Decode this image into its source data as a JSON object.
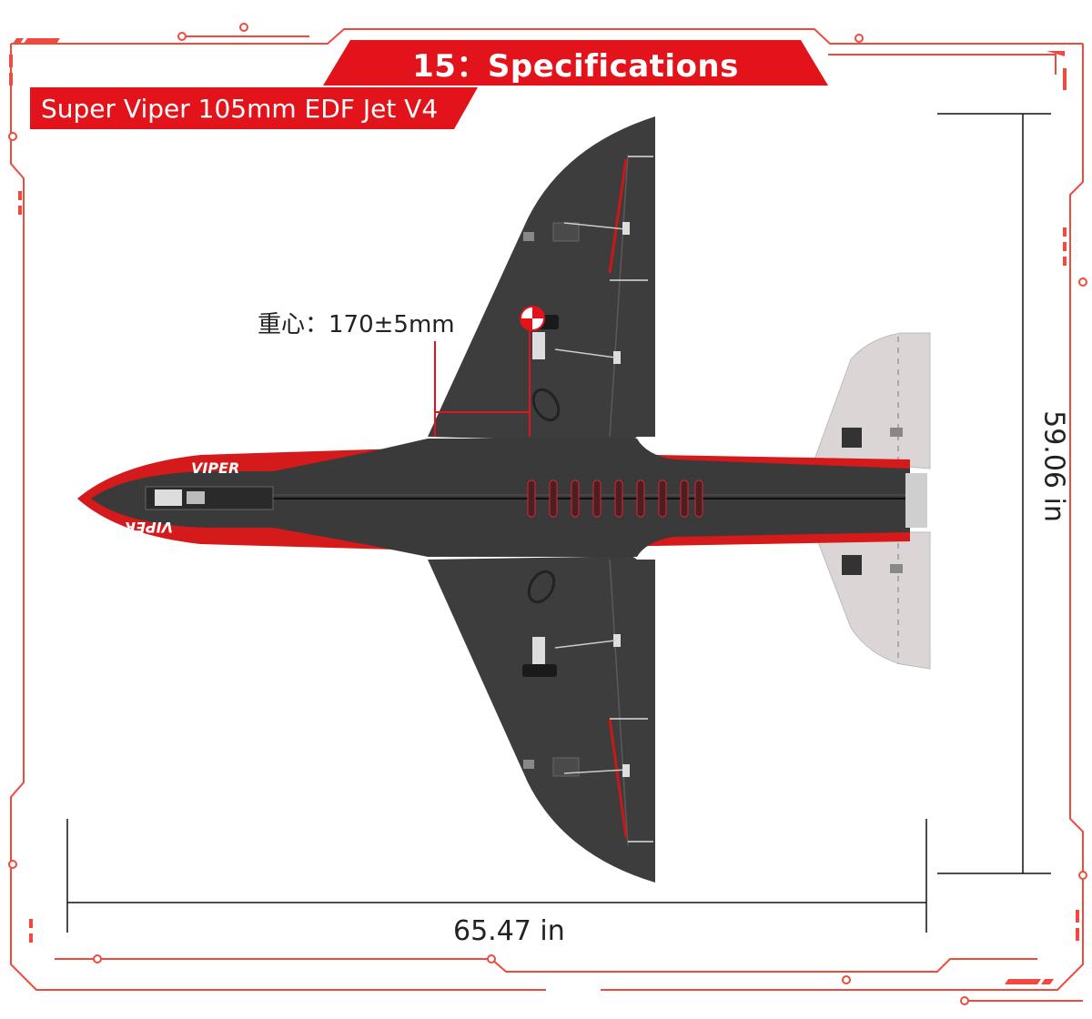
{
  "header": {
    "title": "15：Specifications",
    "subtitle": "Super Viper 105mm EDF Jet V4"
  },
  "annotations": {
    "cg_label": "重心：170±5mm",
    "height_dim": "59.06 in",
    "width_dim": "65.47 in"
  },
  "aircraft": {
    "logo_top": "VIPER",
    "logo_bottom": "VIPER"
  },
  "colors": {
    "accent": "#e3131b",
    "frame": "#f04a3e",
    "airframe": "#3d3d3d",
    "tail": "#d9d2d2"
  }
}
